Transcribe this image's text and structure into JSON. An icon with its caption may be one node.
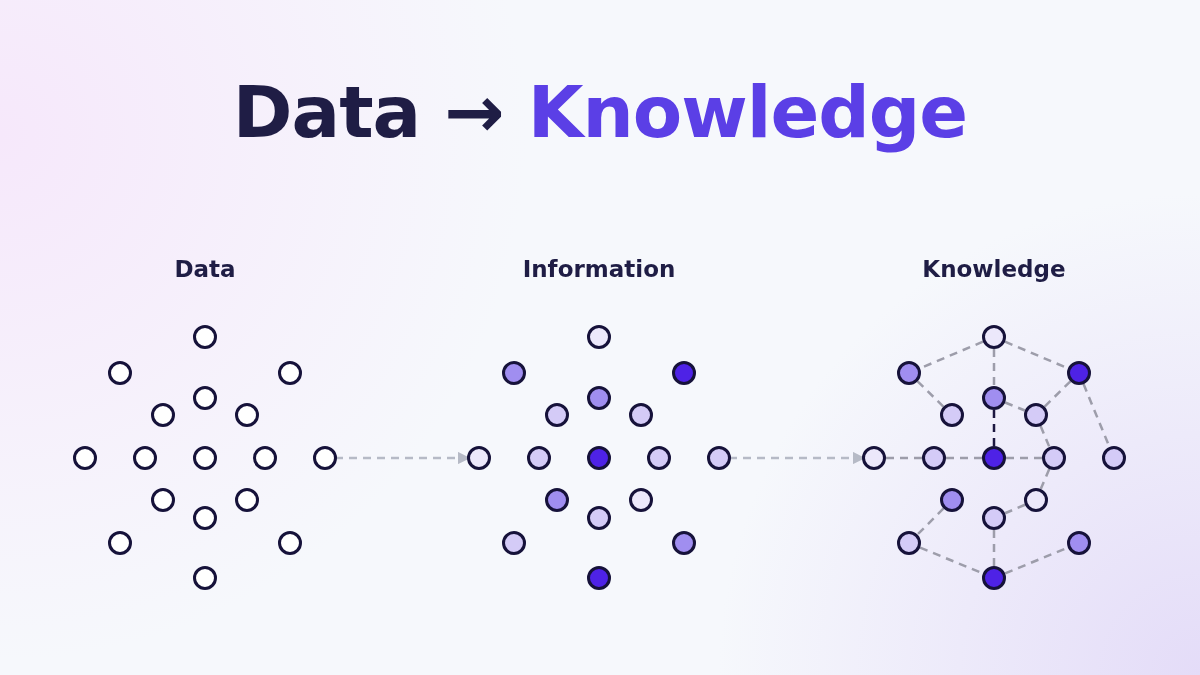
{
  "diagram": {
    "title": "Data → Knowledge",
    "nodes": [
      {
        "text": [
          "Data"
        ]
      },
      {
        "text": [],
        "shape": "circle",
        "in": 0
      },
      {
        "text": [],
        "shape": "circle",
        "in": 0
      },
      {
        "text": [],
        "shape": "circle",
        "in": 0
      },
      {
        "text": [],
        "shape": "circle",
        "in": 0
      },
      {
        "text": [],
        "shape": "circle",
        "in": 0
      },
      {
        "text": [],
        "shape": "circle",
        "in": 0
      },
      {
        "text": [],
        "shape": "circle",
        "in": 0
      },
      {
        "text": [],
        "shape": "circle",
        "in": 0
      },
      {
        "text": [],
        "shape": "circle",
        "in": 0
      },
      {
        "text": [],
        "shape": "circle",
        "in": 0
      },
      {
        "text": [],
        "shape": "circle",
        "in": 0
      },
      {
        "text": [],
        "shape": "circle",
        "in": 0
      },
      {
        "text": [],
        "shape": "circle",
        "in": 0
      },
      {
        "text": [],
        "shape": "circle",
        "in": 0
      },
      {
        "text": [],
        "shape": "circle",
        "in": 0
      },
      {
        "text": [],
        "shape": "circle",
        "in": 0
      },
      {
        "text": [],
        "shape": "circle",
        "in": 0
      },
      {
        "text": [
          "Information"
        ]
      },
      {
        "text": [],
        "shape": "circle",
        "in": 18
      },
      {
        "text": [],
        "shape": "circle",
        "in": 18
      },
      {
        "text": [],
        "shape": "circle",
        "in": 18
      },
      {
        "text": [],
        "shape": "circle",
        "in": 18
      },
      {
        "text": [],
        "shape": "circle",
        "in": 18
      },
      {
        "text": [],
        "shape": "circle",
        "in": 18
      },
      {
        "text": [],
        "shape": "circle",
        "in": 18
      },
      {
        "text": [],
        "shape": "circle",
        "in": 18
      },
      {
        "text": [],
        "shape": "circle",
        "in": 18
      },
      {
        "text": [],
        "shape": "circle",
        "in": 18
      },
      {
        "text": [],
        "shape": "circle",
        "in": 18
      },
      {
        "text": [],
        "shape": "circle",
        "in": 18
      },
      {
        "text": [],
        "shape": "circle",
        "in": 18
      },
      {
        "text": [],
        "shape": "circle",
        "in": 18
      },
      {
        "text": [],
        "shape": "circle",
        "in": 18
      },
      {
        "text": [],
        "shape": "circle",
        "in": 18
      },
      {
        "text": [],
        "shape": "circle",
        "in": 18
      },
      {
        "text": [
          "Knowledge"
        ]
      },
      {
        "text": [],
        "shape": "circle",
        "in": 36
      },
      {
        "text": [],
        "shape": "circle",
        "in": 36
      },
      {
        "text": [],
        "shape": "circle",
        "in": 36
      },
      {
        "text": [],
        "shape": "circle",
        "in": 36
      },
      {
        "text": [],
        "shape": "circle",
        "in": 36
      },
      {
        "text": [],
        "shape": "circle",
        "in": 36
      },
      {
        "text": [],
        "shape": "circle",
        "in": 36
      },
      {
        "text": [],
        "shape": "circle",
        "in": 36
      },
      {
        "text": [],
        "shape": "circle",
        "in": 36
      },
      {
        "text": [],
        "shape": "circle",
        "in": 36
      },
      {
        "text": [],
        "shape": "circle",
        "in": 36
      },
      {
        "text": [],
        "shape": "circle",
        "in": 36
      },
      {
        "text": [],
        "shape": "circle",
        "in": 36
      },
      {
        "text": [],
        "shape": "circle",
        "in": 36
      },
      {
        "text": [],
        "shape": "circle",
        "in": 36
      },
      {
        "text": [],
        "shape": "circle",
        "in": 36
      },
      {
        "text": [],
        "shape": "circle",
        "in": 36
      }
    ],
    "edges": [
      {
        "from": 0,
        "to": 18,
        "arrow": "to",
        "style": "dashed"
      },
      {
        "from": 18,
        "to": 36,
        "arrow": "to",
        "style": "dashed"
      },
      {
        "from": 37,
        "to": 38,
        "arrow": "none",
        "style": "dashed"
      },
      {
        "from": 37,
        "to": 39,
        "arrow": "none",
        "style": "dashed"
      },
      {
        "from": 37,
        "to": 40,
        "arrow": "none",
        "style": "dashed"
      },
      {
        "from": 38,
        "to": 41,
        "arrow": "none",
        "style": "dashed"
      },
      {
        "from": 40,
        "to": 42,
        "arrow": "none",
        "style": "dashed"
      },
      {
        "from": 39,
        "to": 42,
        "arrow": "none",
        "style": "dashed"
      },
      {
        "from": 40,
        "to": 45,
        "arrow": "none",
        "style": "dashed",
        "color": "#1c1740"
      },
      {
        "from": 43,
        "to": 44,
        "arrow": "none",
        "style": "dashed"
      },
      {
        "from": 44,
        "to": 45,
        "arrow": "none",
        "style": "dashed"
      },
      {
        "from": 45,
        "to": 46,
        "arrow": "none",
        "style": "dashed"
      },
      {
        "from": 42,
        "to": 46,
        "arrow": "none",
        "style": "dashed"
      },
      {
        "from": 39,
        "to": 47,
        "arrow": "none",
        "style": "dashed"
      },
      {
        "from": 46,
        "to": 49,
        "arrow": "none",
        "style": "dashed"
      },
      {
        "from": 49,
        "to": 50,
        "arrow": "none",
        "style": "dashed"
      },
      {
        "from": 48,
        "to": 51,
        "arrow": "none",
        "style": "dashed"
      },
      {
        "from": 50,
        "to": 53,
        "arrow": "none",
        "style": "dashed"
      },
      {
        "from": 51,
        "to": 53,
        "arrow": "none",
        "style": "dashed"
      },
      {
        "from": 53,
        "to": 52,
        "arrow": "none",
        "style": "dashed"
      }
    ]
  }
}
